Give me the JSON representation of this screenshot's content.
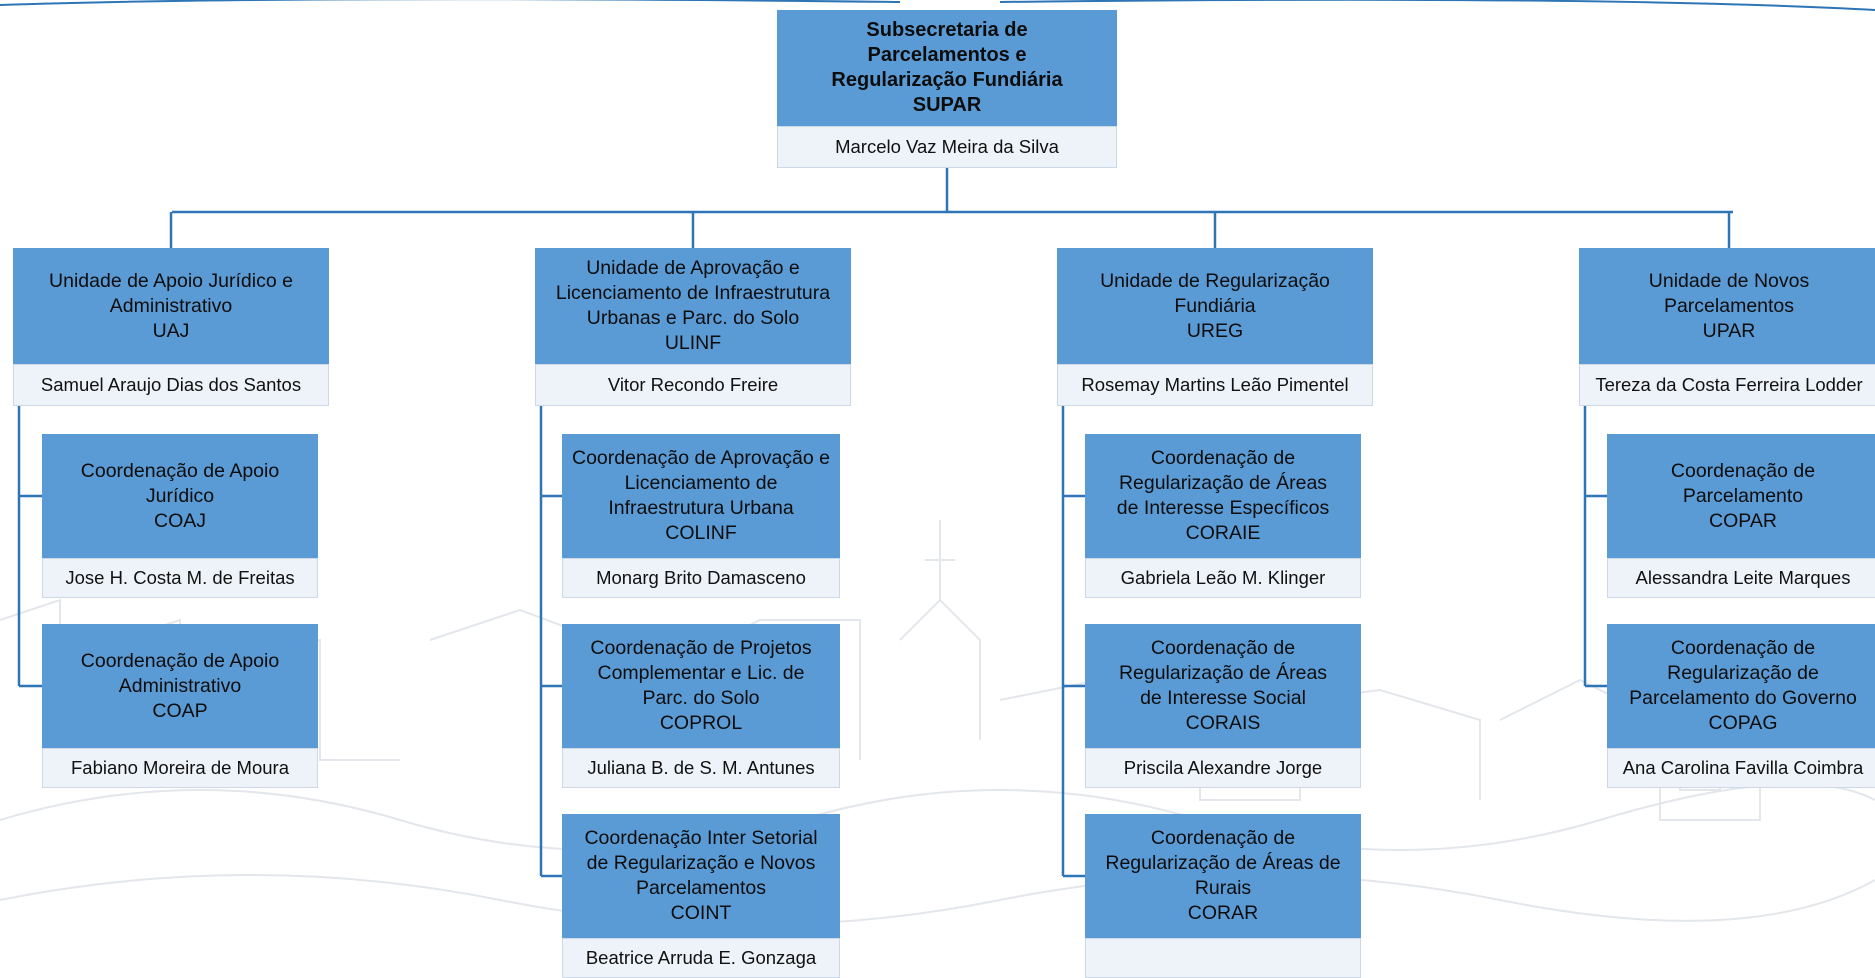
{
  "colors": {
    "box_header": "#5b9bd5",
    "box_name": "#eef3f9",
    "connector": "#2e75b6"
  },
  "root": {
    "lines": [
      "Subsecretaria de",
      "Parcelamentos e",
      "Regularização Fundiária",
      "SUPAR"
    ],
    "person": "Marcelo Vaz Meira da Silva"
  },
  "units": [
    {
      "lines": [
        "Unidade de Apoio Jurídico e",
        "Administrativo",
        "UAJ"
      ],
      "person": "Samuel Araujo Dias dos Santos",
      "children": [
        {
          "lines": [
            "Coordenação de Apoio",
            "Jurídico",
            "COAJ"
          ],
          "person": "Jose H. Costa M. de Freitas"
        },
        {
          "lines": [
            "Coordenação de Apoio",
            "Administrativo",
            "COAP"
          ],
          "person": "Fabiano Moreira de Moura"
        }
      ]
    },
    {
      "lines": [
        "Unidade de Aprovação e",
        "Licenciamento de Infraestrutura",
        "Urbanas e Parc. do Solo",
        "ULINF"
      ],
      "person": "Vitor Recondo Freire",
      "children": [
        {
          "lines": [
            "Coordenação de Aprovação e",
            "Licenciamento de",
            "Infraestrutura Urbana",
            "COLINF"
          ],
          "person": "Monarg Brito Damasceno"
        },
        {
          "lines": [
            "Coordenação de Projetos",
            "Complementar e Lic. de",
            "Parc. do Solo",
            "COPROL"
          ],
          "person": "Juliana B. de S. M. Antunes"
        },
        {
          "lines": [
            "Coordenação Inter Setorial",
            "de Regularização e Novos",
            "Parcelamentos",
            "COINT"
          ],
          "person": "Beatrice Arruda E. Gonzaga"
        }
      ]
    },
    {
      "lines": [
        "Unidade de Regularização",
        "Fundiária",
        "UREG"
      ],
      "person": "Rosemay Martins Leão Pimentel",
      "children": [
        {
          "lines": [
            "Coordenação de",
            "Regularização de Áreas",
            "de Interesse Específicos",
            "CORAIE"
          ],
          "person": "Gabriela Leão M. Klinger"
        },
        {
          "lines": [
            "Coordenação de",
            "Regularização de Áreas",
            "de Interesse Social",
            "CORAIS"
          ],
          "person": "Priscila Alexandre Jorge"
        },
        {
          "lines": [
            "Coordenação de",
            "Regularização de Áreas de",
            "Rurais",
            "CORAR"
          ],
          "person": ""
        }
      ]
    },
    {
      "lines": [
        "Unidade de Novos",
        "Parcelamentos",
        "UPAR"
      ],
      "person": "Tereza da Costa Ferreira Lodder",
      "children": [
        {
          "lines": [
            "Coordenação de",
            "Parcelamento",
            "COPAR"
          ],
          "person": "Alessandra Leite Marques"
        },
        {
          "lines": [
            "Coordenação de",
            "Regularização de",
            "Parcelamento do Governo",
            "COPAG"
          ],
          "person": "Ana Carolina Favilla Coimbra"
        }
      ]
    }
  ]
}
